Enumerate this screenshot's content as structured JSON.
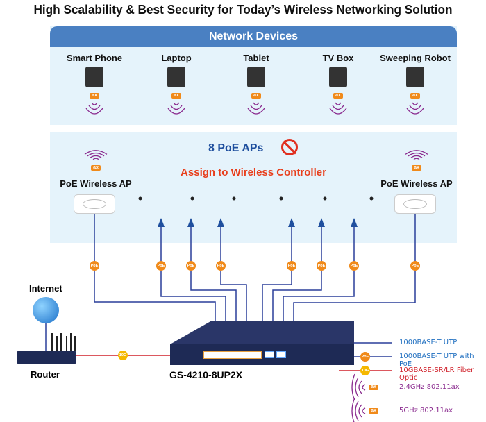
{
  "title": "High Scalability & Best Security for Today’s Wireless Networking Solution",
  "devices_header": "Network Devices",
  "devices": [
    {
      "label": "Smart Phone",
      "icon": "smartphone-icon"
    },
    {
      "label": "Laptop",
      "icon": "laptop-icon"
    },
    {
      "label": "Tablet",
      "icon": "tablet-icon"
    },
    {
      "label": "TV Box",
      "icon": "tv-box-icon"
    },
    {
      "label": "Sweeping Robot",
      "icon": "robot-vacuum-icon"
    }
  ],
  "ax_badge": "ax",
  "ap_section": {
    "count_label": "8 PoE APs",
    "controller_label": "Assign to Wireless Controller",
    "ap_left": "PoE Wireless AP",
    "ap_right": "PoE Wireless AP"
  },
  "poe_badge": "PoE",
  "fiber_badge": "10G",
  "internet_label": "Internet",
  "router_label": "Router",
  "switch_label": "GS-4210-8UP2X",
  "legend": [
    {
      "label": "1000BASE-T UTP",
      "color": "#1f6fc0"
    },
    {
      "label": "1000BASE-T UTP with PoE",
      "color": "#1f6fc0"
    },
    {
      "label": "10GBASE-SR/LR Fiber Optic",
      "color": "#d0202a"
    },
    {
      "label": "2.4GHz 802.11ax",
      "color": "#8a2a8e"
    },
    {
      "label": "5GHz 802.11ax",
      "color": "#8a2a8e"
    }
  ],
  "colors": {
    "panel": "#e5f3fb",
    "header": "#4a80c2",
    "utp": "#2a3f9a",
    "fiber": "#d0202a",
    "wifi": "#8a2a8e",
    "badge": "#f08a1a"
  }
}
